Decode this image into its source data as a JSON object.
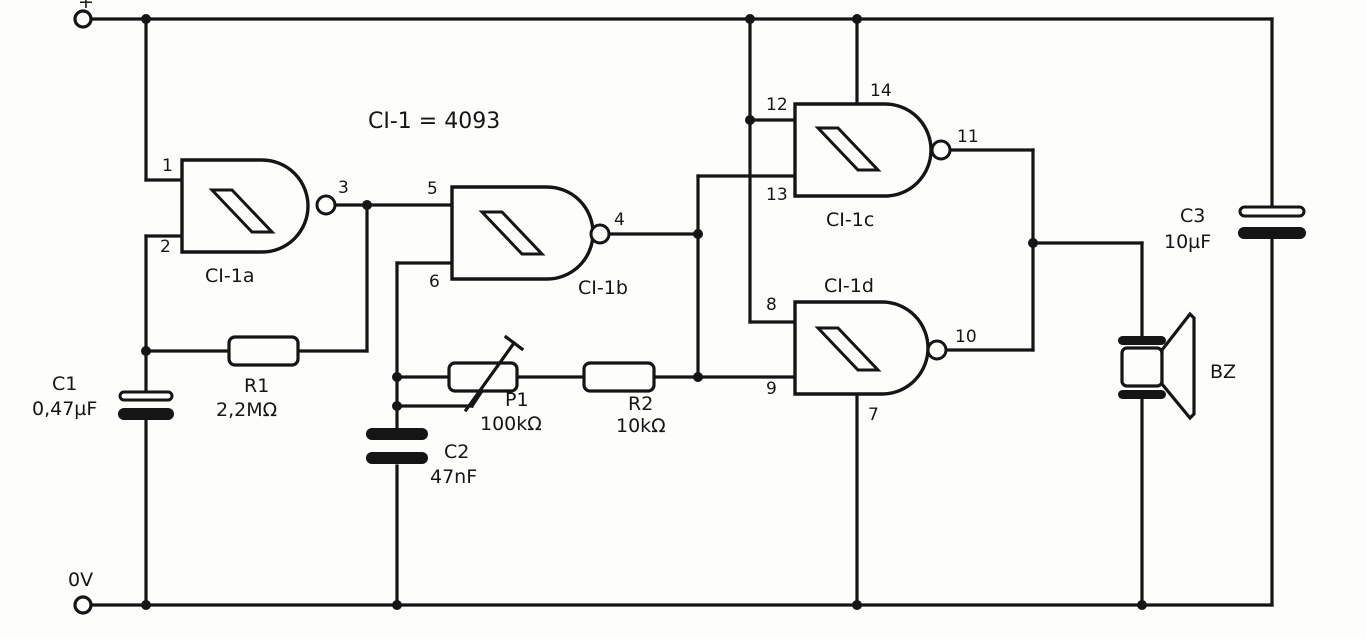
{
  "title": "CI-1 = 4093",
  "rails": {
    "positive": "+",
    "ground": "0V"
  },
  "gates": {
    "a": {
      "label": "CI-1a",
      "in1": "1",
      "in2": "2",
      "out": "3"
    },
    "b": {
      "label": "CI-1b",
      "in1": "5",
      "in2": "6",
      "out": "4"
    },
    "c": {
      "label": "CI-1c",
      "in1": "12",
      "in2": "13",
      "out": "11",
      "vdd": "14"
    },
    "d": {
      "label": "CI-1d",
      "in1": "8",
      "in2": "9",
      "out": "10",
      "vss": "7"
    }
  },
  "components": {
    "c1": {
      "name": "C1",
      "value": "0,47µF"
    },
    "r1": {
      "name": "R1",
      "value": "2,2MΩ"
    },
    "c2": {
      "name": "C2",
      "value": "47nF"
    },
    "p1": {
      "name": "P1",
      "value": "100kΩ"
    },
    "r2": {
      "name": "R2",
      "value": "10kΩ"
    },
    "c3": {
      "name": "C3",
      "value": "10µF"
    },
    "bz": {
      "name": "BZ"
    }
  }
}
